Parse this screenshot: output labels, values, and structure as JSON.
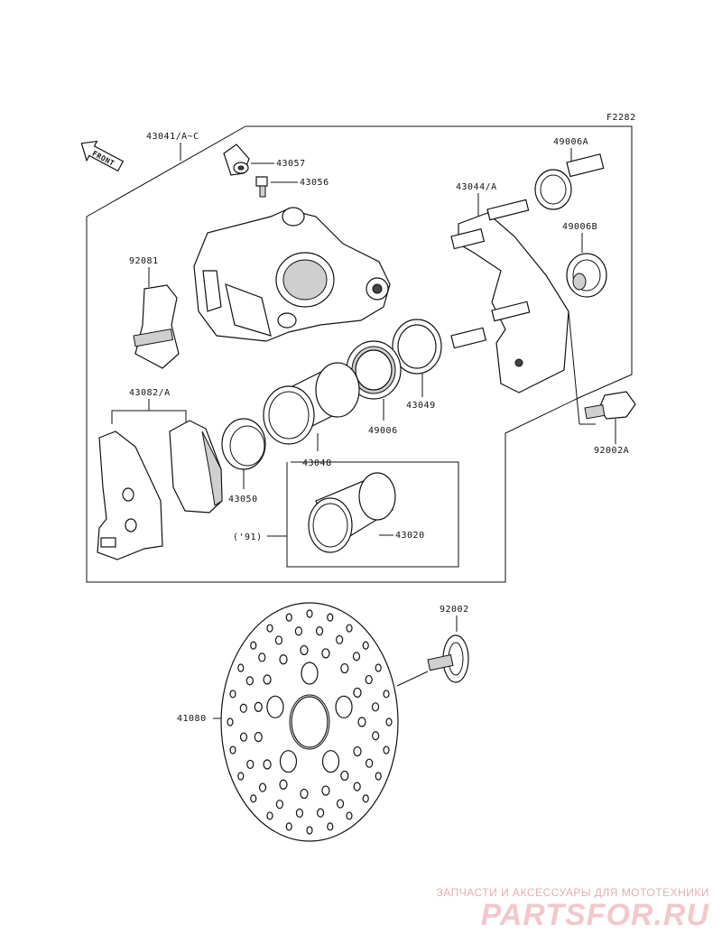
{
  "figure_code": "F2282",
  "front_arrow": "FRONT",
  "labels": {
    "caliper": "43041/A~C",
    "p43057": "43057",
    "p43056": "43056",
    "p43044": "43044/A",
    "p49006A": "49006A",
    "p49006B": "49006B",
    "p92081": "92081",
    "p43082": "43082/A",
    "p43049": "43049",
    "p49006": "49006",
    "p43048": "43048",
    "p43050": "43050",
    "p92002A": "92002A",
    "year_note": "('91)",
    "p43020": "43020",
    "p92002": "92002",
    "p41080": "41080"
  },
  "watermark": {
    "line1": "ЗАПЧАСТИ И АКСЕССУАРЫ ДЛЯ МОТОТЕХНИКИ",
    "logo": "PARTSFOR.RU"
  }
}
